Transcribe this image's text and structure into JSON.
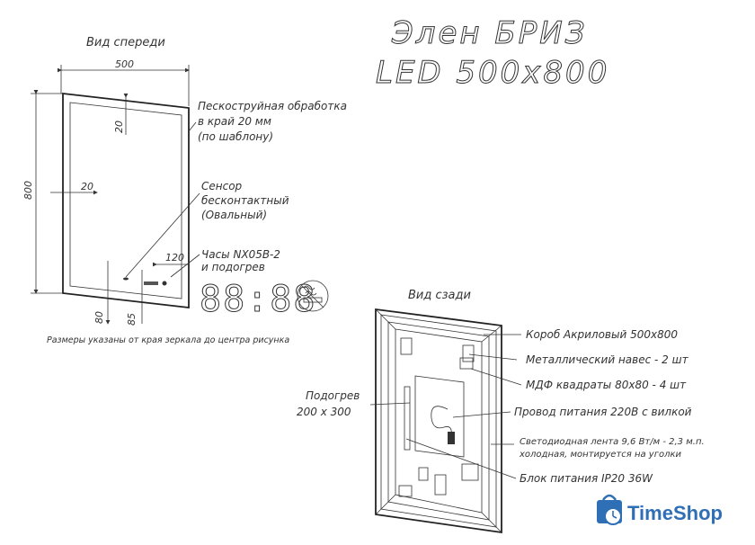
{
  "title_line1": "Элен БРИЗ",
  "title_line2": "LED 500x800",
  "front": {
    "view_label": "Вид спереди",
    "width_dim": "500",
    "height_dim": "800",
    "top_margin_dim": "20",
    "side_margin_dim": "20",
    "clock_offset_dim": "120",
    "bottom_dim_a": "80",
    "bottom_dim_b": "85",
    "callout_sandblast": [
      "Пескоструйная обработка",
      "в край 20 мм",
      "(по шаблону)"
    ],
    "callout_sensor": [
      "Сенсор",
      "бесконтактный",
      "(Овальный)"
    ],
    "callout_clock": [
      "Часы NX05B-2",
      "и подогрев"
    ],
    "clock_digits": "88:88",
    "note": "Размеры указаны от края зеркала до центра рисунка"
  },
  "back": {
    "view_label": "Вид сзади",
    "heater_label": [
      "Подогрев",
      "200 х 300"
    ],
    "callouts": [
      "Короб Акриловый 500х800",
      "Металлический навес - 2 шт",
      "МДФ квадраты 80х80 - 4 шт",
      "Провод питания 220В с вилкой",
      "Светодиодная лента 9,6 Вт/м - 2,3 м.п.",
      "холодная, монтируется на уголки",
      "Блок питания IP20 36W"
    ]
  },
  "brand": {
    "name": "TimeShop",
    "color": "#2f6fb5",
    "icon": "shopping-bag-clock-icon"
  }
}
